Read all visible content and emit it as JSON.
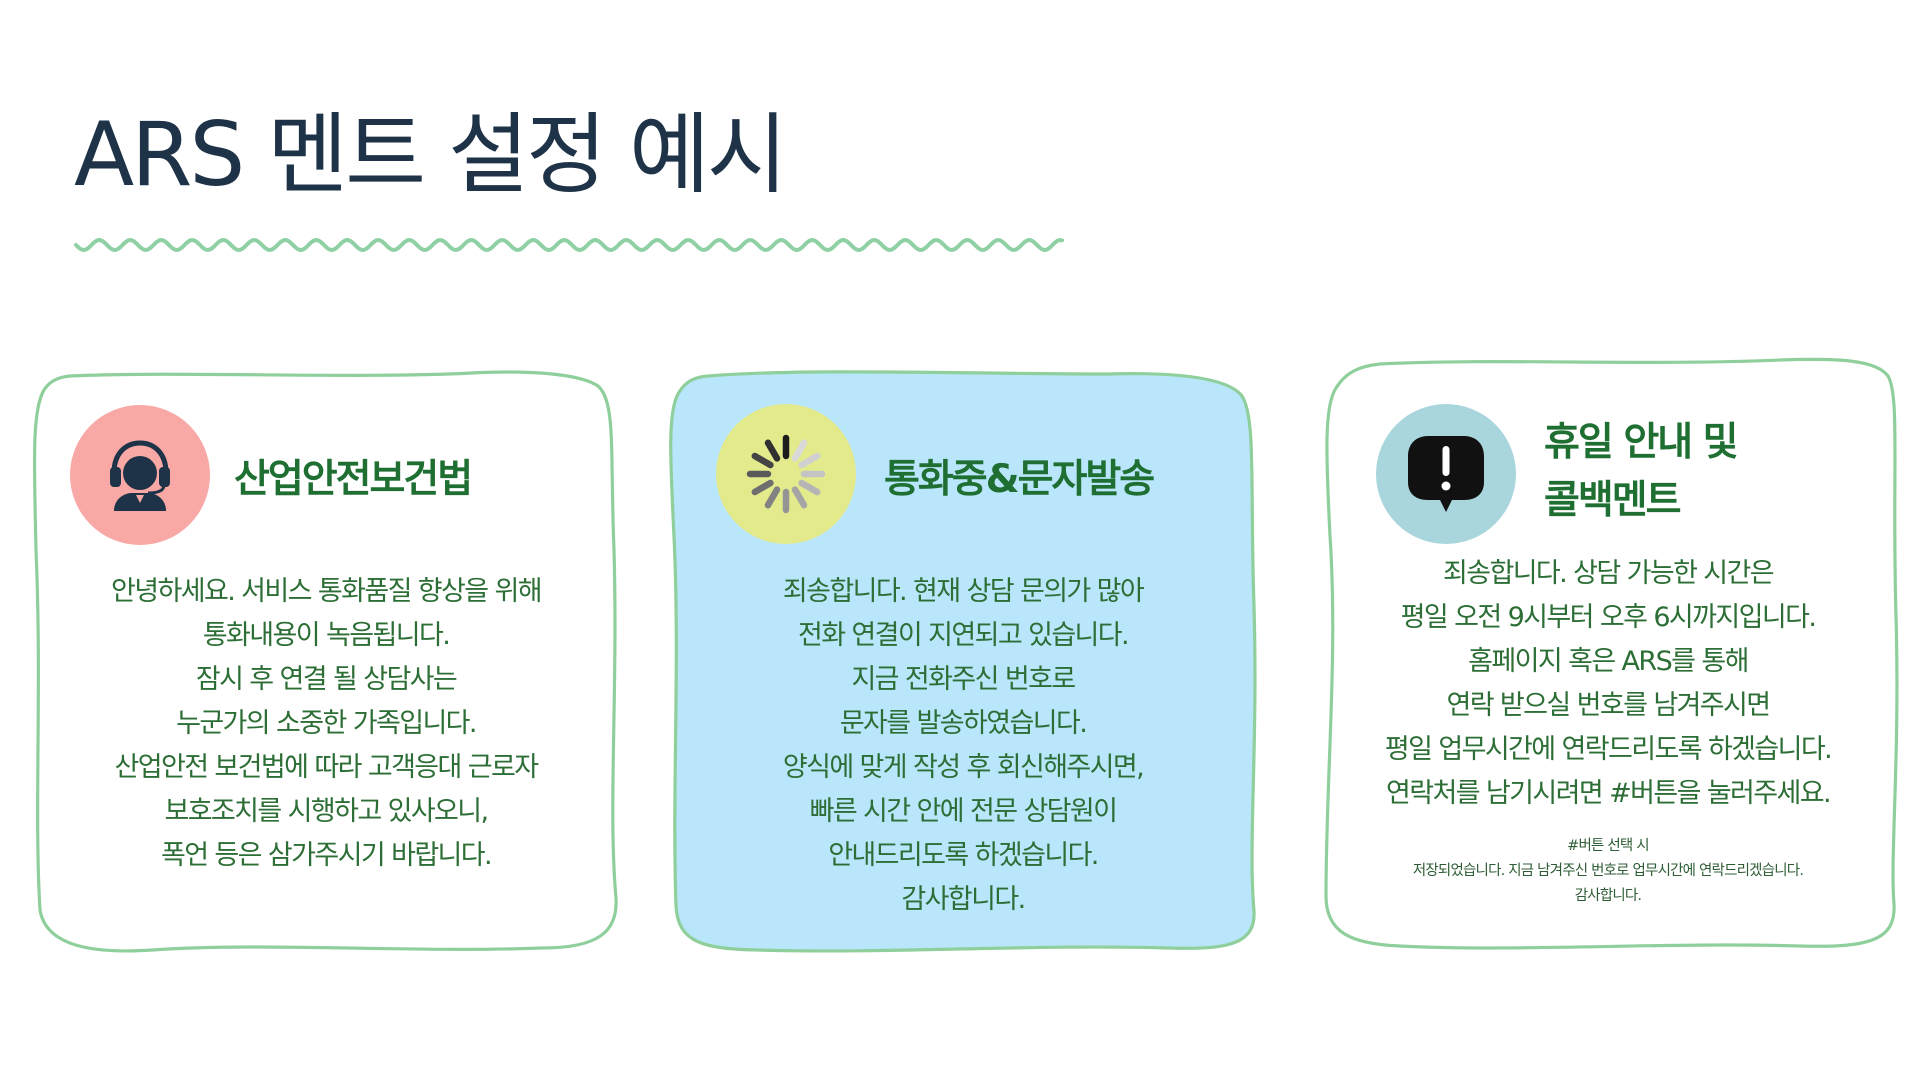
{
  "title": "ARS 멘트 설정 예시",
  "colors": {
    "title": "#1e3347",
    "wave": "#8fd1a5",
    "card_border": "#8fcf9c",
    "card_text": "#2c6e35",
    "card_heading": "#1f6f33",
    "card2_background": "#b9e6fb"
  },
  "cards": [
    {
      "heading": "산업안전보건법",
      "icon": "headset-agent-icon",
      "icon_background": "#f8a9a5",
      "lines": [
        "안녕하세요. 서비스 통화품질 향상을 위해",
        "통화내용이 녹음됩니다.",
        "잠시 후 연결 될 상담사는",
        "누군가의 소중한 가족입니다.",
        "산업안전 보건법에 따라 고객응대 근로자",
        "보호조치를 시행하고 있사오니,",
        "폭언 등은 삼가주시기 바랍니다."
      ]
    },
    {
      "heading": "통화중&문자발송",
      "icon": "loading-spinner-icon",
      "icon_background": "#e3ea8c",
      "lines": [
        "죄송합니다. 현재 상담 문의가 많아",
        "전화 연결이 지연되고 있습니다.",
        "지금 전화주신 번호로",
        "문자를 발송하였습니다.",
        "양식에 맞게 작성 후 회신해주시면,",
        "빠른 시간 안에 전문 상담원이",
        "안내드리도록 하겠습니다.",
        "감사합니다."
      ]
    },
    {
      "heading_lines": [
        "휴일 안내 및",
        "콜백멘트"
      ],
      "icon": "alert-speech-bubble-icon",
      "icon_background": "#a9d6dc",
      "lines": [
        "죄송합니다. 상담 가능한 시간은",
        "평일 오전 9시부터 오후 6시까지입니다.",
        "홈페이지 혹은 ARS를 통해",
        "연락 받으실 번호를 남겨주시면",
        "평일 업무시간에 연락드리도록 하겠습니다.",
        "연락처를 남기시려면 #버튼을 눌러주세요."
      ],
      "note_lines": [
        "#버튼 선택 시",
        "저장되었습니다. 지금 남겨주신 번호로 업무시간에 연락드리겠습니다.",
        "감사합니다."
      ]
    }
  ]
}
